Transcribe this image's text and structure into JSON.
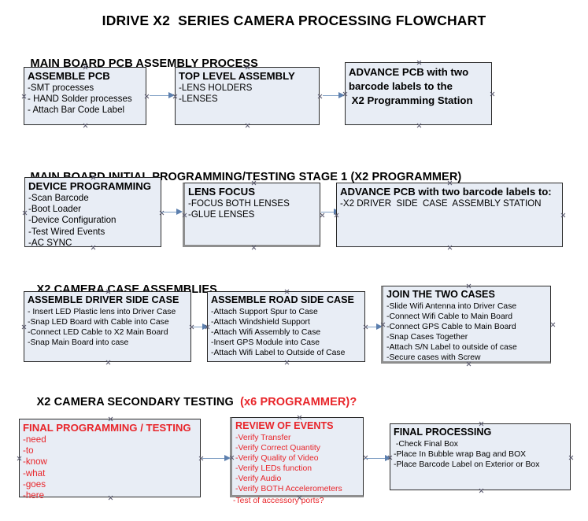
{
  "document": {
    "title": "IDRIVE X2  SERIES CAMERA PROCESSING FLOWCHART",
    "accent_color": "#e8252a",
    "node_fill": "#e8edf5",
    "node_border": "#2a2a2a",
    "arrow_color": "#7f9fc4"
  },
  "sections": [
    {
      "heading": "MAIN BOARD PCB ASSEMBLY PROCESS",
      "heading_accent": "",
      "nodes": [
        {
          "title": "ASSEMBLE PCB",
          "items": [
            "-SMT processes",
            "- HAND Solder processes",
            "- Attach Bar Code Label"
          ]
        },
        {
          "title": "TOP LEVEL ASSEMBLY",
          "items": [
            "-LENS HOLDERS",
            "-LENSES"
          ]
        },
        {
          "title": "ADVANCE PCB with two",
          "title_line2": "barcode labels to the",
          "title_line3": " X2 Programming Station",
          "items": []
        }
      ]
    },
    {
      "heading": "MAIN BOARD INITIAL PROGRAMMING/TESTING STAGE 1 (X2 PROGRAMMER)",
      "heading_accent": "",
      "nodes": [
        {
          "title": "DEVICE PROGRAMMING",
          "items": [
            "-Scan Barcode",
            "-Boot Loader",
            "-Device Configuration",
            "-Test Wired Events",
            "-AC SYNC"
          ]
        },
        {
          "title": "LENS FOCUS",
          "items": [
            "-FOCUS BOTH LENSES",
            "-GLUE LENSES"
          ]
        },
        {
          "title": "ADVANCE PCB with two barcode labels to:",
          "items": [
            "-X2 DRIVER  SIDE  CASE  ASSEMBLY STATION"
          ]
        }
      ]
    },
    {
      "heading": "X2 CAMERA CASE ASSEMBLIES",
      "heading_accent": "",
      "nodes": [
        {
          "title": "ASSEMBLE DRIVER SIDE CASE",
          "items": [
            "- Insert LED Plastic lens into Driver Case",
            "-Snap LED Board with Cable into Case",
            "-Connect LED Cable to X2 Main Board",
            "-Snap Main Board into case"
          ]
        },
        {
          "title": "ASSEMBLE ROAD SIDE CASE",
          "items": [
            "-Attach Support Spur to Case",
            "-Attach Windshield Support",
            "-Attach Wifi Assembly to Case",
            "-Insert GPS Module into Case",
            "-Attach Wifi Label to Outside of Case"
          ]
        },
        {
          "title": "JOIN THE TWO CASES",
          "items": [
            "-Slide Wifi Antenna into Driver Case",
            "-Connect Wifi Cable to Main Board",
            "-Connect GPS Cable to Main Board",
            "-Snap Cases Together",
            "-Attach S/N Label to outside of case",
            "-Secure cases with Screw"
          ]
        }
      ]
    },
    {
      "heading": "X2 CAMERA SECONDARY TESTING  ",
      "heading_accent": "(x6 PROGRAMMER)?",
      "nodes": [
        {
          "title": "FINAL PROGRAMMING / TESTING",
          "items": [
            "-need",
            "-to",
            "-know",
            "-what",
            "-goes",
            "-here"
          ]
        },
        {
          "title": "REVIEW OF EVENTS",
          "items": [
            "-Verify Transfer",
            "-Verify Correct Quantity",
            "-Verify Quality of Video",
            "-Verify LEDs function",
            "-Verify Audio",
            "-Verify BOTH Accelerometers"
          ],
          "overflow_item": "-Test of accessory ports?"
        },
        {
          "title": "FINAL PROCESSING",
          "items": [
            " -Check Final Box",
            "-Place In Bubble wrap Bag and BOX",
            "-Place Barcode Label on Exterior or Box"
          ]
        }
      ]
    }
  ]
}
